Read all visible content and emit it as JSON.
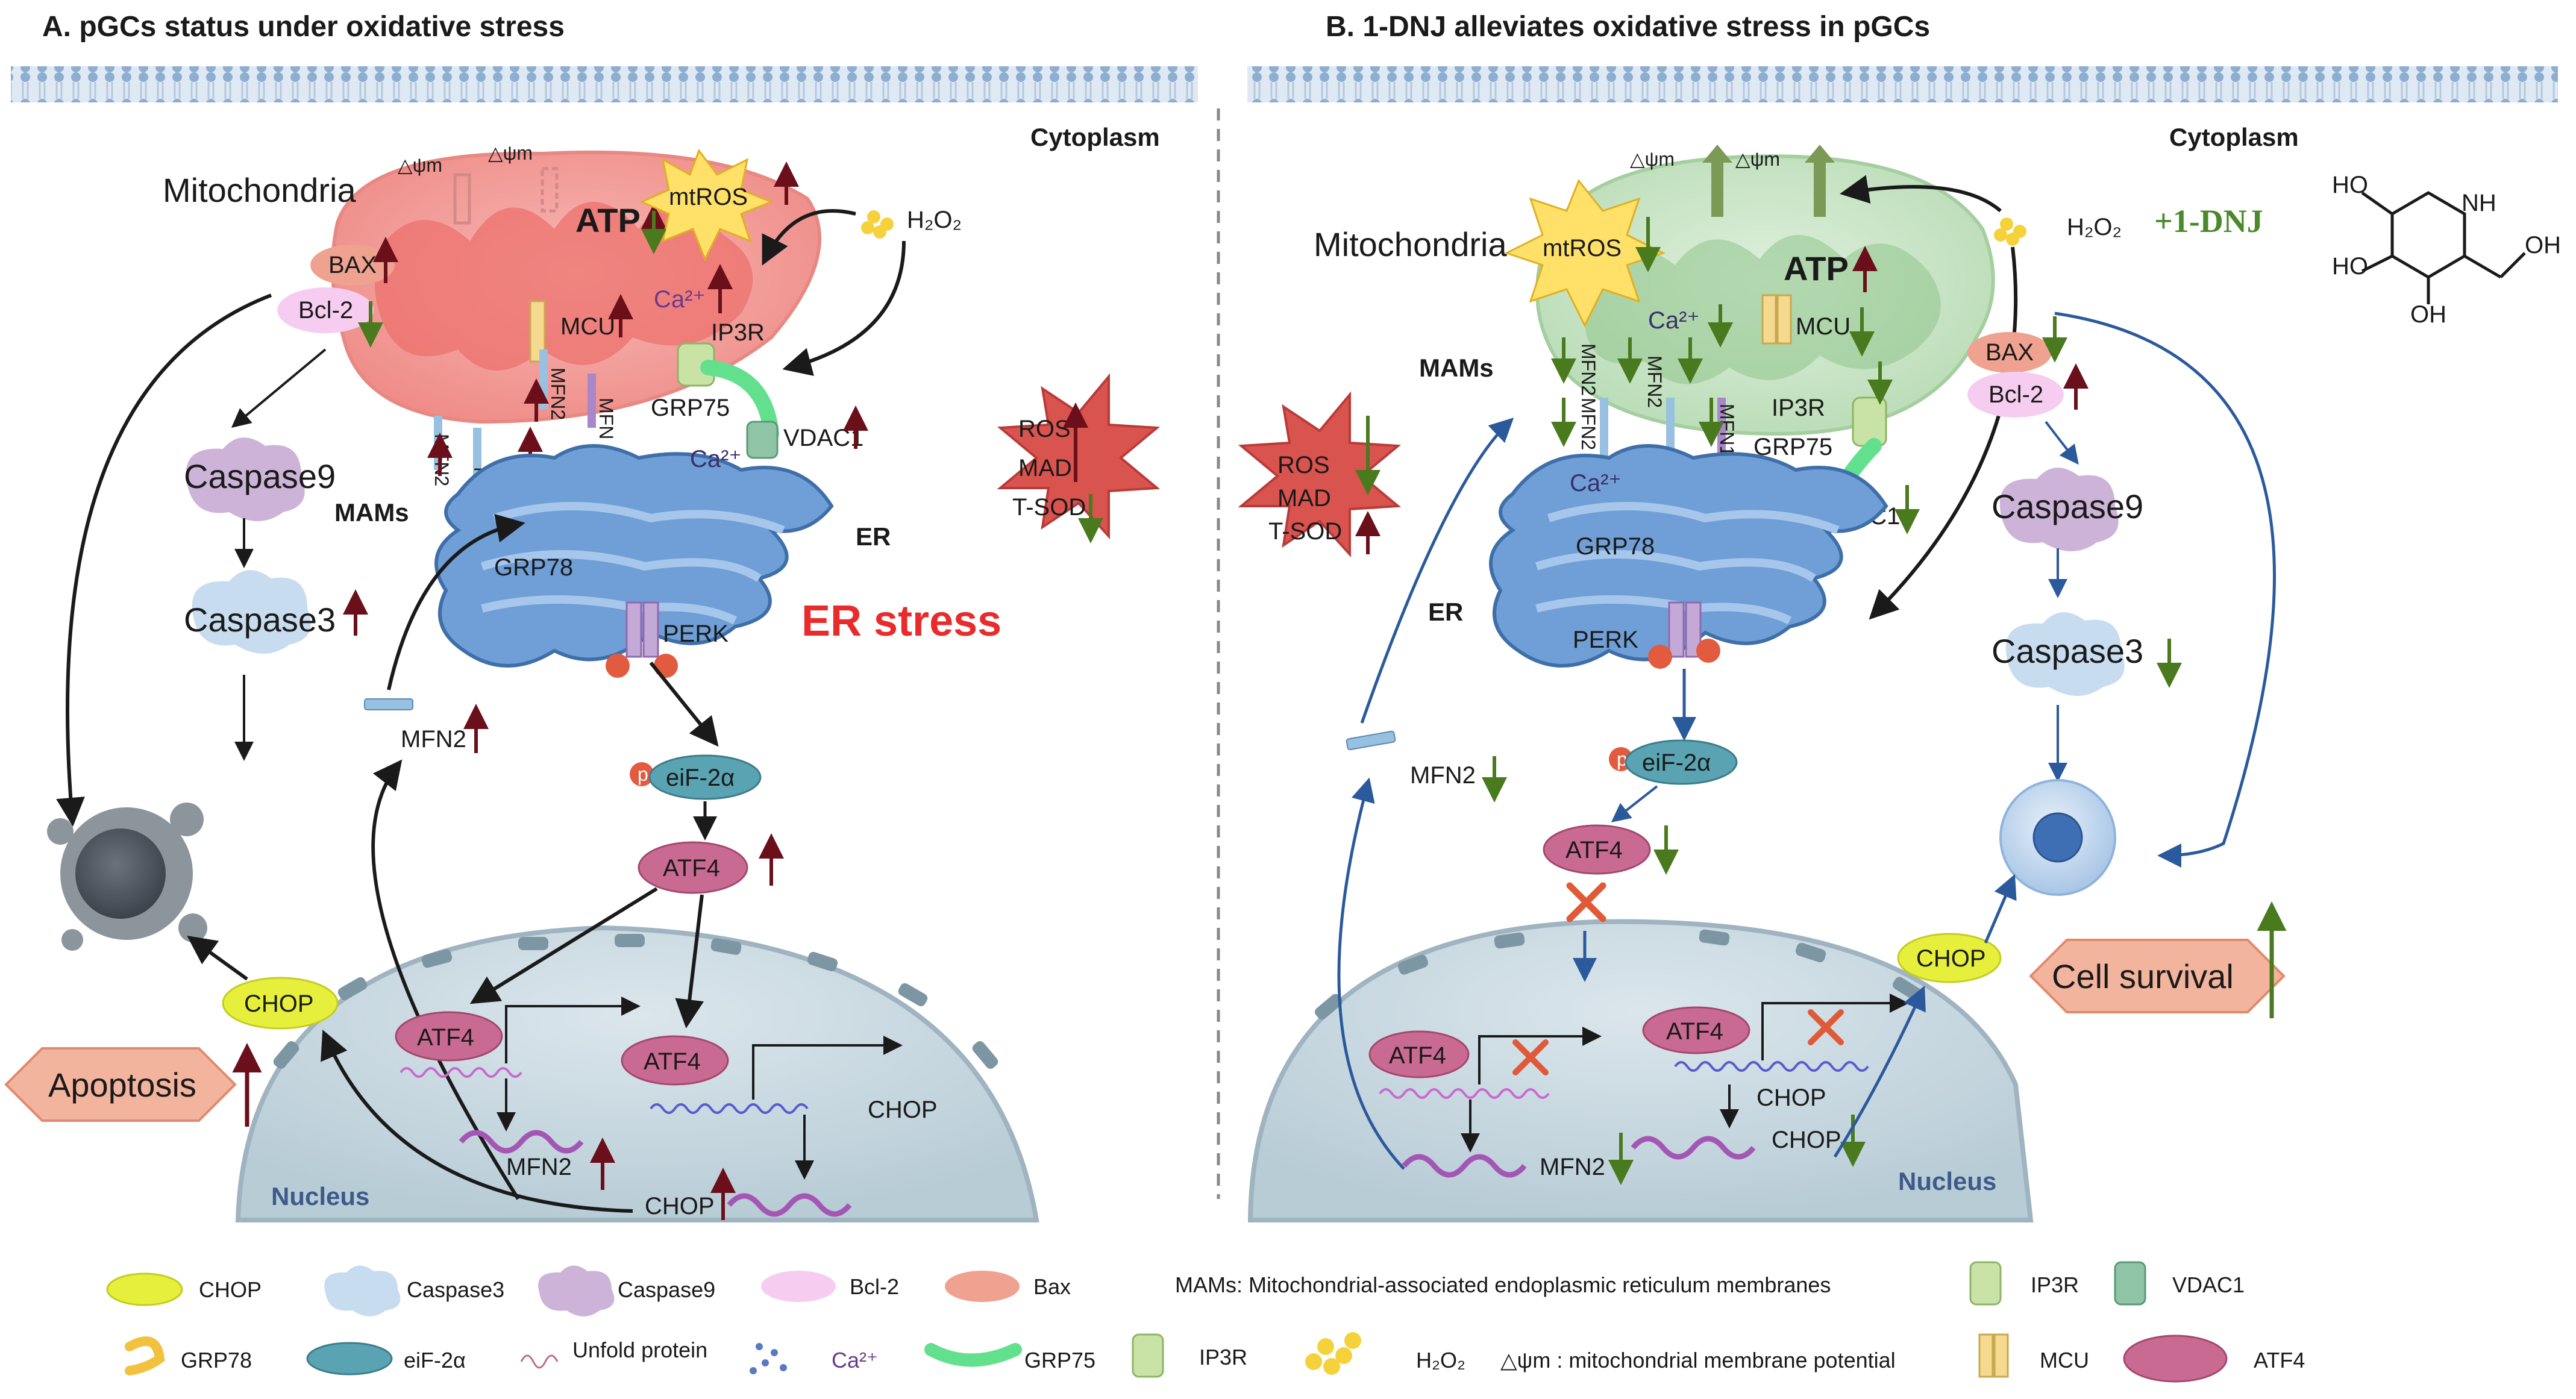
{
  "panel_a": {
    "title": "A.  pGCs status under oxidative stress",
    "cytoplasm": "Cytoplasm",
    "mitochondria": "Mitochondria",
    "atp": "ATP",
    "mtros": "mtROS",
    "h2o2": "H₂O₂",
    "psi1": "△ψm",
    "psi2": "△ψm",
    "bax": "BAX",
    "bcl2": "Bcl-2",
    "mcu": "MCU",
    "ip3r": "IP3R",
    "grp75": "GRP75",
    "vdac1": "VDAC1",
    "ca": "Ca²⁺",
    "ca2": "Ca²⁺",
    "mfn2_a": "MFN2",
    "mfn2_b": "MFN2",
    "mfn2_c": "MFN2",
    "mfn_d": "MFN",
    "mams": "MAMs",
    "er": "ER",
    "er_stress": "ER stress",
    "grp78": "GRP78",
    "perk": "PERK",
    "mfn2_free": "MFN2",
    "caspase9": "Caspase9",
    "caspase3": "Caspase3",
    "ros": "ROS",
    "mad": "MAD",
    "tsod": "T-SOD",
    "eif2a": "eiF-2α",
    "p": "p",
    "atf4": "ATF4",
    "atf4_n1": "ATF4",
    "atf4_n2": "ATF4",
    "chop": "CHOP",
    "chop_gene": "CHOP",
    "mfn2_gene": "MFN2",
    "chop_mrna": "CHOP",
    "nucleus": "Nucleus",
    "apoptosis": "Apoptosis"
  },
  "panel_b": {
    "title": "B.  1-DNJ alleviates oxidative stress in pGCs",
    "cytoplasm": "Cytoplasm",
    "mitochondria": "Mitochondria",
    "atp": "ATP",
    "mtros": "mtROS",
    "h2o2": "H₂O₂",
    "dnj": "+1-DNJ",
    "psi1": "△ψm",
    "psi2": "△ψm",
    "bax": "BAX",
    "bcl2": "Bcl-2",
    "mcu": "MCU",
    "ip3r": "IP3R",
    "grp75": "GRP75",
    "vdac1": "VDAC1",
    "ca": "Ca²⁺",
    "ca2": "Ca²⁺",
    "mfn2_a": "MFN2",
    "mfn2_b": "MFN2",
    "mfn2_c": "MFN2",
    "mfn1": "MFN1",
    "mams": "MAMs",
    "er": "ER",
    "grp78": "GRP78",
    "perk": "PERK",
    "mfn2_free": "MFN2",
    "caspase9": "Caspase9",
    "caspase3": "Caspase3",
    "ros": "ROS",
    "mad": "MAD",
    "tsod": "T-SOD",
    "eif2a": "eiF-2α",
    "p": "p",
    "atf4": "ATF4",
    "atf4_n1": "ATF4",
    "atf4_n2": "ATF4",
    "chop": "CHOP",
    "chop_gene": "CHOP",
    "chop_mrna": "CHOP",
    "mfn2_gene": "MFN2",
    "nucleus": "Nucleus",
    "survival": "Cell survival",
    "struct_ho1": "HO",
    "struct_ho2": "HO",
    "struct_oh1": "OH",
    "struct_oh2": "OH",
    "struct_nh": "NH"
  },
  "legend": {
    "chop": "CHOP",
    "caspase3": "Caspase3",
    "caspase9": "Caspase9",
    "bcl2": "Bcl-2",
    "bax": "Bax",
    "mams": "MAMs: Mitochondrial-associated endoplasmic reticulum membranes",
    "ip3r_top": "IP3R",
    "vdac1": "VDAC1",
    "grp78": "GRP78",
    "eif2a": "eiF-2α",
    "unfold": "Unfold protein",
    "ca": "Ca²⁺",
    "grp75": "GRP75",
    "ip3r": "IP3R",
    "h2o2": "H₂O₂",
    "psi": "△ψm : mitochondrial membrane potential",
    "mcu": "MCU",
    "atf4": "ATF4"
  },
  "colors": {
    "up_arrow": "#6b0f1a",
    "down_arrow": "#4a7a1e",
    "mito_a": "#f4a3a0",
    "mito_b": "#cfe6cf",
    "er": "#6f9fd6",
    "nucleus": "#c9d8df",
    "chop": "#e6f03c",
    "atf4": "#c96a93",
    "arrow_b": "#2b5a9c",
    "dnj": "#4a8a2a"
  }
}
